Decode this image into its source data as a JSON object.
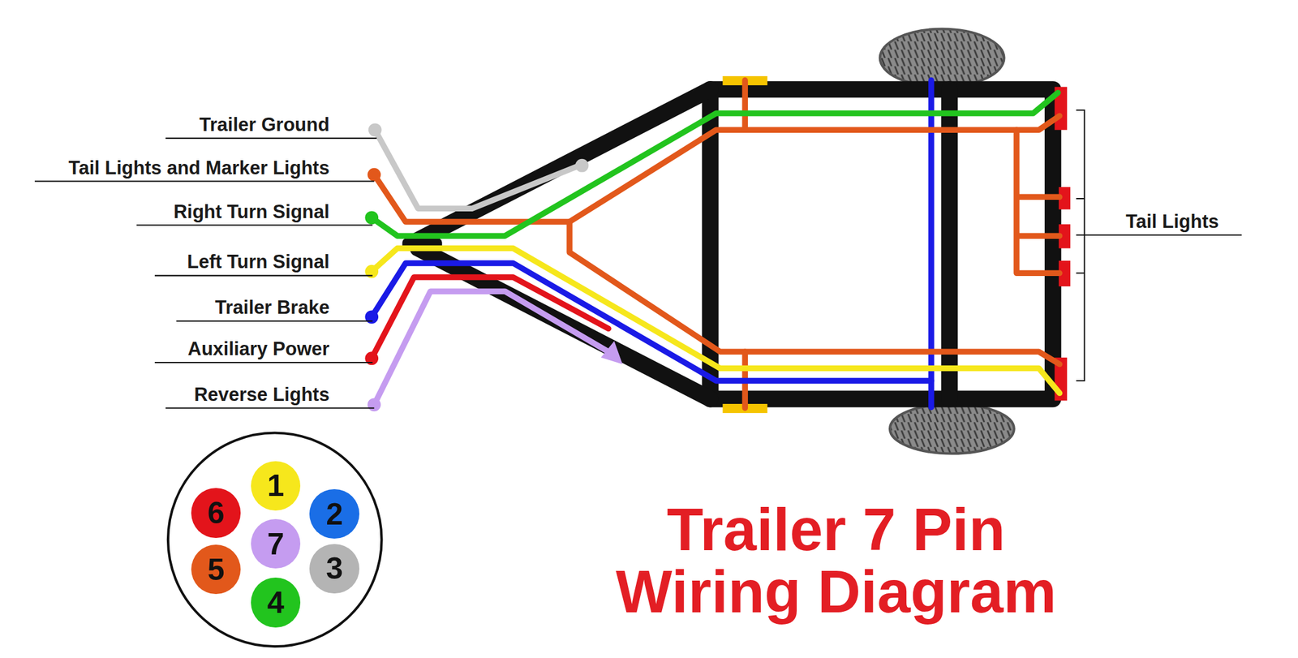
{
  "diagram": {
    "title": "Trailer 7 Pin Wiring Diagram",
    "nodes": [
      {
        "text": [
          "1"
        ]
      },
      {
        "text": [
          "6"
        ]
      },
      {
        "text": [
          "2"
        ]
      },
      {
        "text": [
          "7"
        ]
      },
      {
        "text": [
          "5"
        ]
      },
      {
        "text": [
          "3"
        ]
      },
      {
        "text": [
          "4"
        ]
      }
    ],
    "labels": [
      "Trailer Ground",
      "Tail Lights and Marker Lights",
      "Right Turn Signal",
      "Left Turn Signal",
      "Trailer Brake",
      "Auxiliary Power",
      "Reverse Lights",
      "Tail Lights"
    ]
  }
}
